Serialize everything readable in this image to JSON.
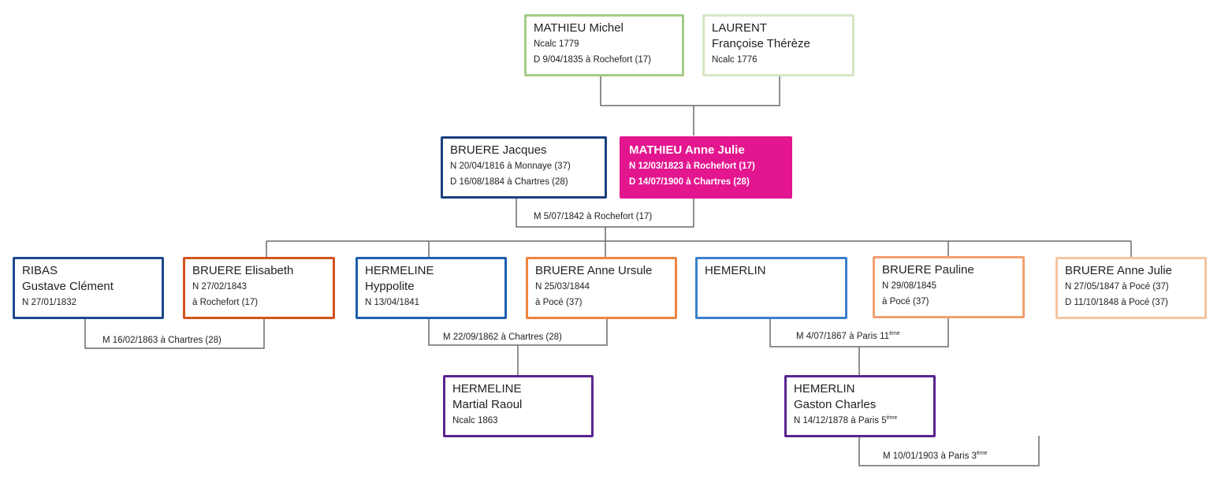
{
  "persons": {
    "mathieu_michel": {
      "line1": "MATHIEU Michel",
      "d1": "Ncalc 1779",
      "d2": "D 9/04/1835 à Rochefort (17)",
      "color": "#a4cc86"
    },
    "laurent": {
      "line1": "LAURENT",
      "line2": "Françoise Thérèze",
      "d1": "Ncalc 1776",
      "color": "#d6e6c5"
    },
    "bruere_jacques": {
      "line1": "BRUERE Jacques",
      "d1": "N 20/04/1816 à Monnaye (37)",
      "d2": "D 16/08/1884 à Chartres (28)",
      "color": "#1b3f80"
    },
    "mathieu_anne": {
      "line1": "MATHIEU Anne Julie",
      "d1": "N 12/03/1823 à Rochefort (17)",
      "d2": "D 14/07/1900 à Chartres (28)",
      "color": "#e3168f"
    },
    "ribas": {
      "line1": "RIBAS",
      "line2": "Gustave Clément",
      "d1": "N 27/01/1832",
      "color": "#1c4a8e"
    },
    "bruere_elisabeth": {
      "line1": "BRUERE Elisabeth",
      "d1": "N 27/02/1843",
      "d2": "à Rochefort (17)",
      "color": "#d4541e"
    },
    "hermeline_hyp": {
      "line1": "HERMELINE",
      "line2": "Hyppolite",
      "d1": "N 13/04/1841",
      "color": "#1d5fb0"
    },
    "bruere_ursule": {
      "line1": "BRUERE Anne Ursule",
      "d1": "N 25/03/1844",
      "d2": "à Pocé (37)",
      "color": "#ef8443"
    },
    "hemerlin": {
      "line1": "HEMERLIN",
      "color": "#3b80cc"
    },
    "bruere_pauline": {
      "line1": "BRUERE Pauline",
      "d1": "N 29/08/1845",
      "d2": "à Pocé (37)",
      "color": "#f1a070"
    },
    "bruere_anne_julie": {
      "line1": "BRUERE Anne Julie",
      "d1": "N 27/05/1847 à Pocé (37)",
      "d2": "D 11/10/1848 à Pocé (37)",
      "color": "#f5c49f"
    },
    "hermeline_martial": {
      "line1": "HERMELINE",
      "line2": "Martial Raoul",
      "d1": "Ncalc 1863",
      "color": "#5a2490"
    },
    "hemerlin_gaston": {
      "line1": "HEMERLIN",
      "line2": "Gaston Charles",
      "d1": "N 14/12/1878 à Paris 5",
      "d1_sup": "ème",
      "color": "#5a2490"
    }
  },
  "marriages": {
    "m_jacques_anne": {
      "text": "M 5/07/1842 à Rochefort (17)"
    },
    "m_ribas": {
      "text": "M 16/02/1863 à Chartres (28)"
    },
    "m_hermeline": {
      "text": "M 22/09/1862 à Chartres (28)"
    },
    "m_hemerlin": {
      "text": "M 4/07/1867 à Paris 11",
      "sup": "ème"
    },
    "m_gaston": {
      "text": "M 10/01/1903 à Paris 3",
      "sup": "ème"
    }
  }
}
